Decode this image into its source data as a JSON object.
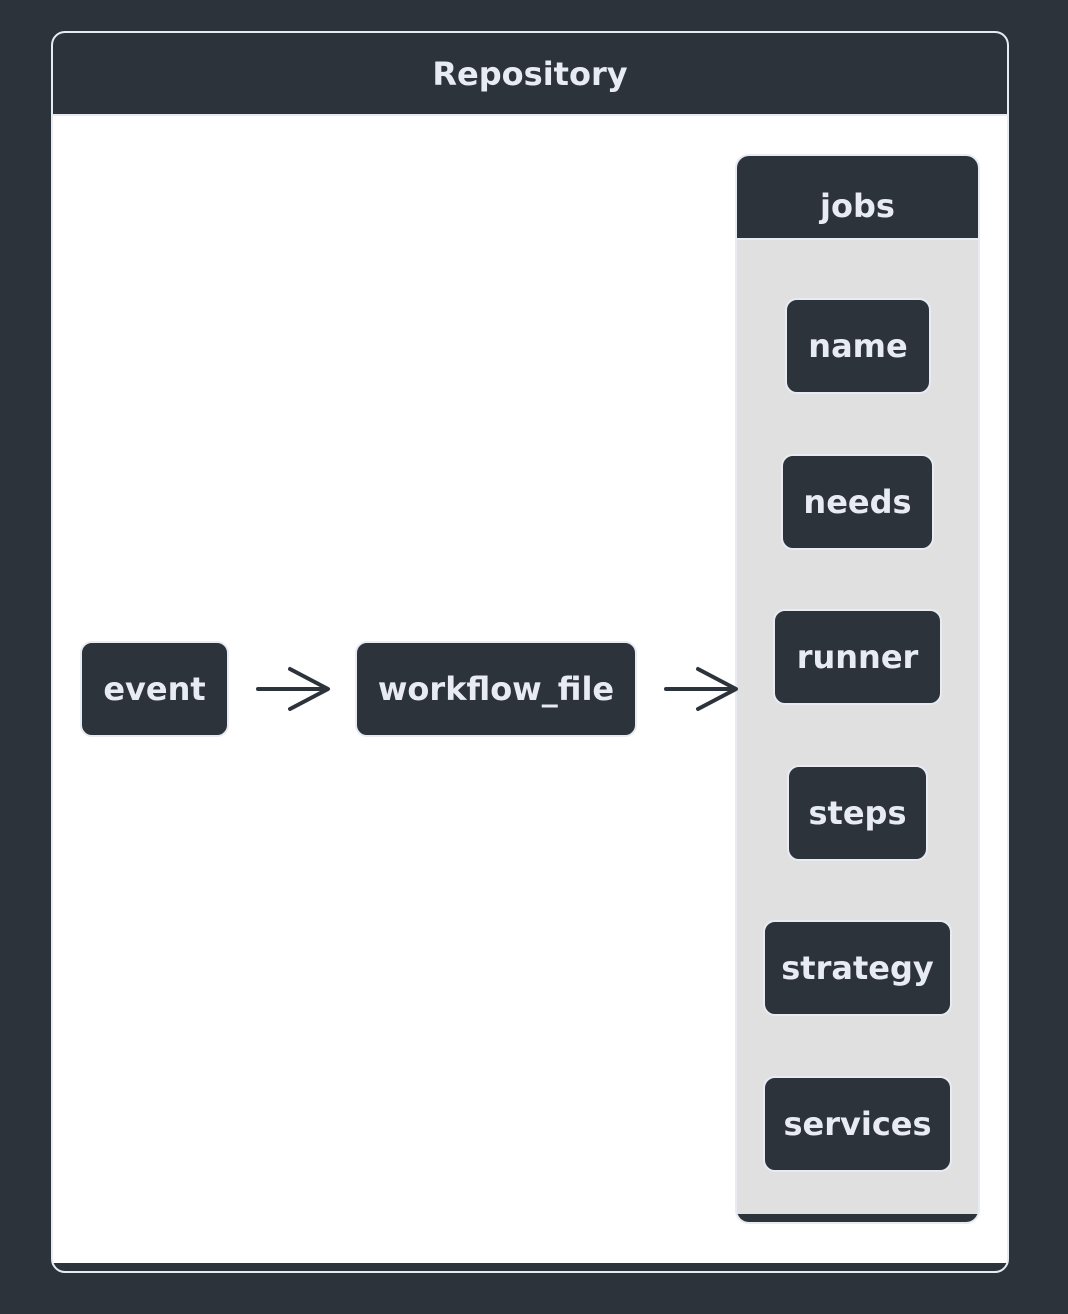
{
  "diagram": {
    "container_title": "Repository",
    "group_title": "jobs",
    "nodes": {
      "event": "event",
      "workflow_file": "workflow_file"
    },
    "job_items": [
      "name",
      "needs",
      "runner",
      "steps",
      "strategy",
      "services"
    ],
    "edges": [
      {
        "from": "event",
        "to": "workflow_file"
      },
      {
        "from": "workflow_file",
        "to": "jobs"
      }
    ]
  },
  "colors": {
    "background": "#2d333b",
    "panel": "#ffffff",
    "group_fill": "#e0e0e0",
    "border": "#e8ebf3",
    "arrow": "#2d333b"
  }
}
